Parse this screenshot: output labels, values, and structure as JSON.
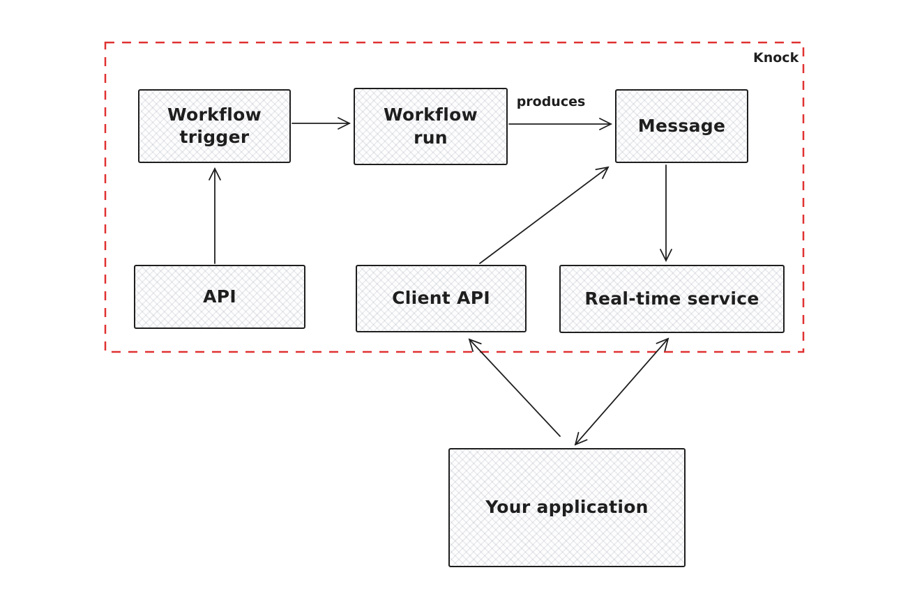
{
  "diagram": {
    "boundary_label": "Knock",
    "boundary_color": "#e03131",
    "stroke_color": "#1e1e1e",
    "node_fill": "#fdfdfe",
    "nodes": [
      {
        "id": "workflow-trigger",
        "label": "Workflow trigger"
      },
      {
        "id": "workflow-run",
        "label": "Workflow run"
      },
      {
        "id": "message",
        "label": "Message"
      },
      {
        "id": "api",
        "label": "API"
      },
      {
        "id": "client-api",
        "label": "Client API"
      },
      {
        "id": "real-time-service",
        "label": "Real-time service"
      },
      {
        "id": "your-application",
        "label": "Your application"
      }
    ],
    "edges": [
      {
        "from": "workflow-trigger",
        "to": "workflow-run",
        "arrowheads": "end"
      },
      {
        "from": "workflow-run",
        "to": "message",
        "arrowheads": "end",
        "label": "produces"
      },
      {
        "from": "api",
        "to": "workflow-trigger",
        "arrowheads": "end"
      },
      {
        "from": "client-api",
        "to": "message",
        "arrowheads": "end"
      },
      {
        "from": "message",
        "to": "real-time-service",
        "arrowheads": "end"
      },
      {
        "from": "your-application",
        "to": "client-api",
        "arrowheads": "end"
      },
      {
        "from": "your-application",
        "to": "real-time-service",
        "arrowheads": "both"
      }
    ]
  }
}
